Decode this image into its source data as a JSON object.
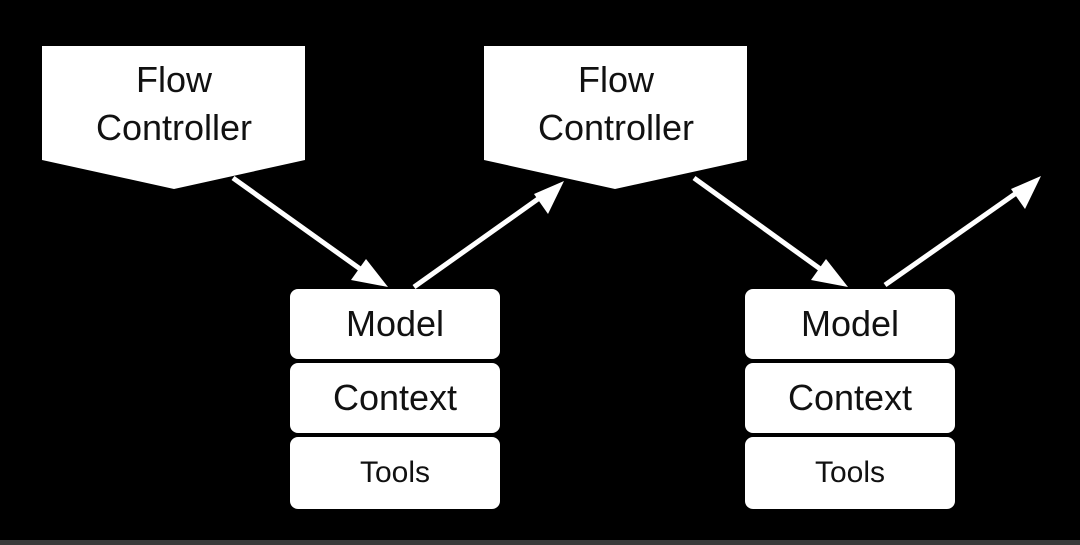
{
  "colors": {
    "background": "#000000",
    "shape_fill": "#ffffff",
    "text": "#111111",
    "arrow": "#ffffff"
  },
  "flow_controllers": [
    {
      "line1": "Flow",
      "line2": "Controller"
    },
    {
      "line1": "Flow",
      "line2": "Controller"
    }
  ],
  "stacks": [
    {
      "model": "Model",
      "context": "Context",
      "tools": "Tools"
    },
    {
      "model": "Model",
      "context": "Context",
      "tools": "Tools"
    }
  ]
}
